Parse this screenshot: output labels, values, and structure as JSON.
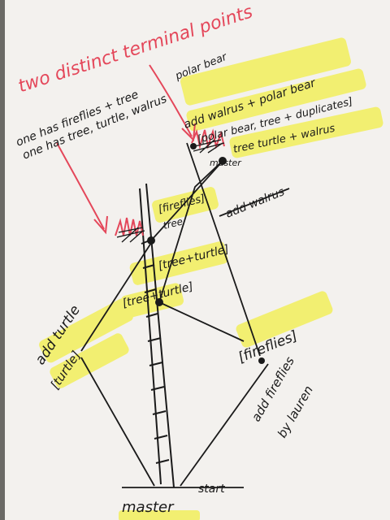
{
  "colors": {
    "paper": "#f3f1ee",
    "ink": "#1a1a1a",
    "red": "#e4475a",
    "highlight": "#f3ef5a",
    "background": "#6b6a66"
  },
  "annotations": {
    "terminal_heading": "two distinct terminal points",
    "terminal_line1": "one has fireflies + tree",
    "terminal_line2": "one has tree, turtle, walrus",
    "terminal_line2b": "polar bear"
  },
  "nodes": {
    "top_add": "add walrus + polar bear",
    "top_branch": "[polar bear, tree + duplicates]",
    "top_label": "tree turtle + walrus",
    "top_master": "master",
    "add_walrus": "add walrus",
    "mid_fireflies": "[fireflies]",
    "mid_tree": "tree",
    "tree_turtle": "[tree+turtle]",
    "tree_turtle_lower": "[tree+turtle]",
    "add_turtle": "add turtle",
    "turtle_label": "[turtle]",
    "fireflies_right": "[fireflies]",
    "add_fireflies": "add fireflies",
    "by_lauren": "by lauren",
    "start": "start",
    "master": "master"
  }
}
